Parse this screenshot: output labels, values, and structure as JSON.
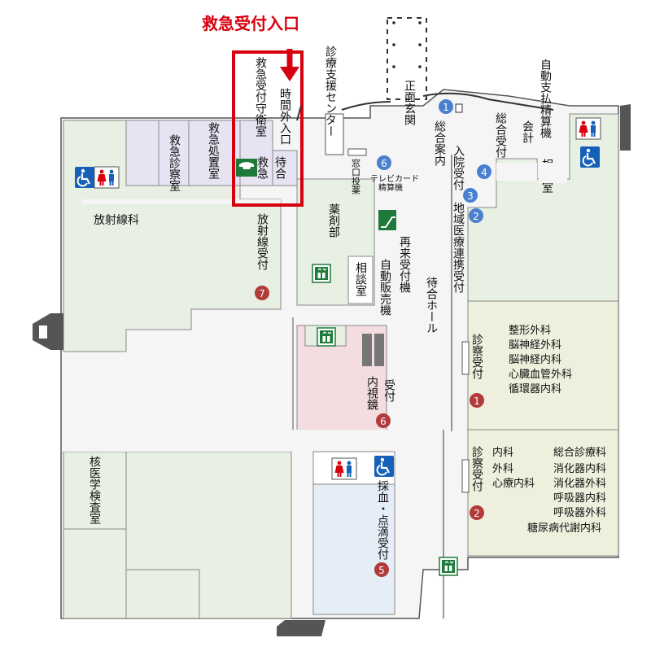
{
  "emergency_entrance_label": "救急受付入口",
  "rooms": {
    "after_hours": "時間外入口",
    "guard_room": "救急受付守衛室",
    "emergency": "救急",
    "waiting": "待合",
    "emergency_treatment": "救急処置室",
    "emergency_exam": "救急診察室",
    "support_center": "診療支援センター",
    "main_entrance": "正面玄関",
    "general_info": "総合案内",
    "general_reception": "総合受付",
    "payment": "自動支払精算機",
    "accounting": "会計",
    "consultation_top": "相談室",
    "admission": "入院受付",
    "regional": "地域医療連携受付",
    "medicine_window": "窓口投薬",
    "tv_card_1": "テレビカード",
    "tv_card_2": "精算機",
    "pharmacy": "薬剤部",
    "consultation_mid": "相談室",
    "revisit": "再来受付機",
    "vending": "自動販売機",
    "waiting_hall": "待合ホール",
    "radiology": "放射線科",
    "radiology_reception": "放射線受付",
    "endoscopy_1": "内視鏡",
    "endoscopy_2": "受付",
    "nuclear": "核医学検査室",
    "blood": "採血・点滴受付",
    "clinic_reception": "診察受付"
  },
  "dept_block_1": [
    "整形外科",
    "脳神経外科",
    "脳神経内科",
    "心臓血管外科",
    "循環器内科"
  ],
  "dept_block_2": [
    [
      "内科",
      "総合診療科"
    ],
    [
      "外科",
      "消化器内科"
    ],
    [
      "心療内科",
      "消化器外科"
    ],
    [
      "",
      "呼吸器内科"
    ],
    [
      "",
      "呼吸器外科"
    ],
    [
      "",
      "糖尿病代謝内科"
    ]
  ],
  "markers": {
    "m1": "1",
    "m2": "2",
    "m3": "3",
    "m4": "4",
    "m5": "5",
    "m6": "6",
    "m7": "7",
    "c1": "1",
    "c2": "2",
    "c5": "5",
    "c6": "6",
    "c7": "7"
  },
  "colors": {
    "accent": "#d7000f",
    "blue_marker": "#4a80d0",
    "red_marker": "#b13a3a",
    "icon_blue": "#1560b8",
    "elevator_green": "#1e7a3a",
    "wing_green": "#e7f0e3",
    "clinic_cream": "#eeefdc",
    "er_lavender": "#e6e4f2",
    "endo_pink": "#f3dde0",
    "blood_blue": "#e5eef7"
  }
}
